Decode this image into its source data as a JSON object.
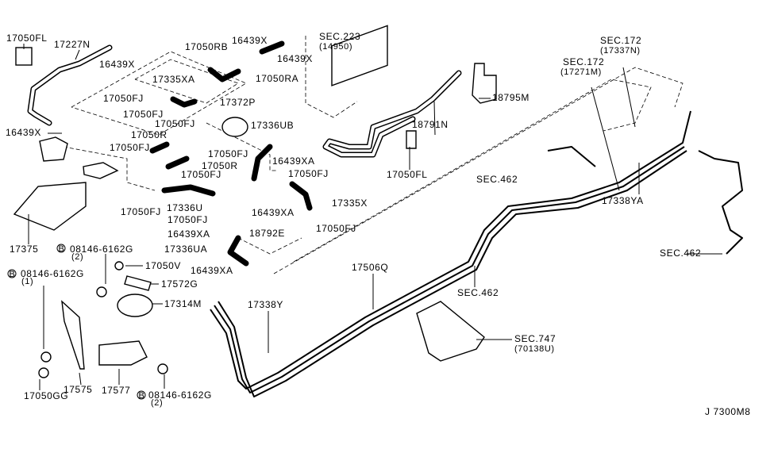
{
  "diagram_code": "J 7300M8",
  "bolt_marker": "B",
  "labels": [
    "17050FL",
    "17227N",
    "16439X",
    "17050RB",
    "16439X",
    "16439X",
    "17050RA",
    "SEC.223",
    "(14950)",
    "SEC.172",
    "(17337N)",
    "SEC.172",
    "(17271M)",
    "17335XA",
    "17050FJ",
    "17372P",
    "17050FJ",
    "17050FJ",
    "17336UB",
    "16439X",
    "17050R",
    "17050FJ",
    "17050FJ",
    "16439XA",
    "17050R",
    "17050FJ",
    "17050FJ",
    "18795M",
    "18791N",
    "17050FL",
    "SEC.462",
    "17338YA",
    "17050FJ",
    "17336U",
    "17050FJ",
    "16439XA",
    "17335X",
    "17375",
    "16439XA",
    "18792E",
    "17050FJ",
    "17336UA",
    "SEC.462",
    "08146-6162G",
    "(2)",
    "16439XA",
    "17506Q",
    "17050V",
    "08146-6162G",
    "(1)",
    "17572G",
    "SEC.462",
    "17314M",
    "17338Y",
    "SEC.747",
    "(70138U)",
    "17575",
    "17577",
    "17050GG",
    "08146-6162G",
    "(2)",
    "J 7300M8"
  ]
}
